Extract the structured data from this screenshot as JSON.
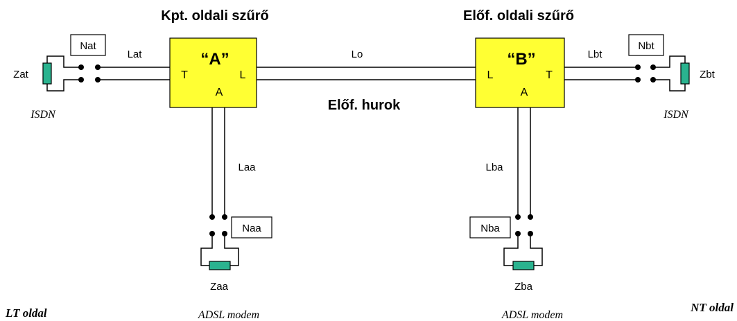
{
  "titles": {
    "left_filter": "Kpt. oldali szűrő",
    "right_filter": "Előf. oldali szűrő",
    "loop": "Előf. hurok"
  },
  "filter_a": {
    "name": "“A”",
    "port_t": "T",
    "port_l": "L",
    "port_a": "A"
  },
  "filter_b": {
    "name": "“B”",
    "port_t": "T",
    "port_l": "L",
    "port_a": "A"
  },
  "labels": {
    "nat": "Nat",
    "lat": "Lat",
    "zat": "Zat",
    "isdn_left": "ISDN",
    "lo": "Lo",
    "nbt": "Nbt",
    "lbt": "Lbt",
    "zbt": "Zbt",
    "isdn_right": "ISDN",
    "laa": "Laa",
    "naa": "Naa",
    "zaa": "Zaa",
    "lba": "Lba",
    "nba": "Nba",
    "zba": "Zba",
    "adsl_left": "ADSL modem",
    "adsl_right": "ADSL modem",
    "lt_side": "LT oldal",
    "nt_side": "NT oldal"
  },
  "colors": {
    "filter_fill": "#ffff33",
    "impedance_fill": "#2ab38f",
    "line": "#000000"
  }
}
